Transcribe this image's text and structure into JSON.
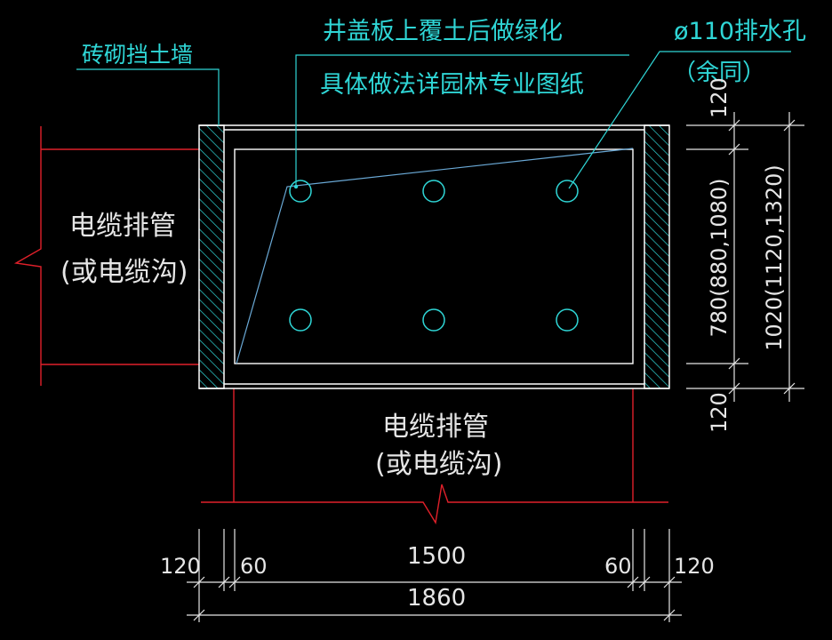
{
  "colors": {
    "background": "#000000",
    "wall": "#ffffff",
    "hatch": "#2fd6d6",
    "annotation": "#2fd6d6",
    "dimension": "#e6e6e6",
    "cable": "#e0202a",
    "leader_blue": "#6aa9d6"
  },
  "labels": {
    "brick_wall": "砖砌挡土墙",
    "cover_note_1": "井盖板上覆土后做绿化",
    "cover_note_2": "具体做法详园林专业图纸",
    "drain_hole": "ø110排水孔",
    "drain_hole_note": "（余同）"
  },
  "cable_left": {
    "line1": "电缆排管",
    "line2": "(或电缆沟)"
  },
  "cable_bottom": {
    "line1": "电缆排管",
    "line2": "(或电缆沟)"
  },
  "dims_bottom": {
    "wall_left": "120",
    "gap_left": "60",
    "inner": "1500",
    "gap_right": "60",
    "wall_right": "120",
    "overall": "1860"
  },
  "dims_right": {
    "top_slab": "120",
    "inner_height": "780(880,1080)",
    "bottom_slab": "120",
    "overall_height": "1020(1120,1320)"
  }
}
